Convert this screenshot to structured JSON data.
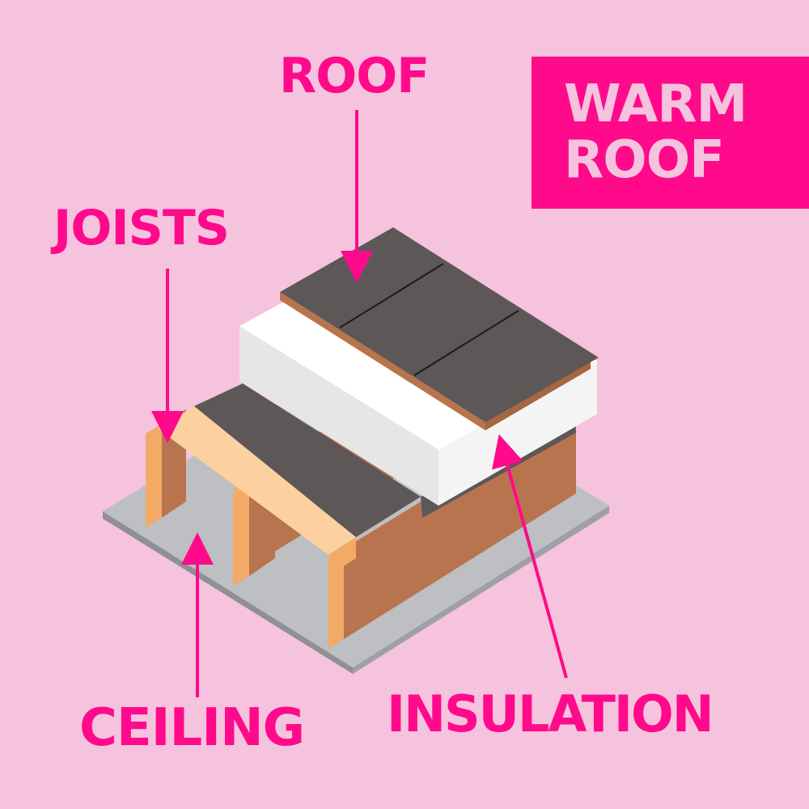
{
  "title": {
    "line1": "WARM",
    "line2": "ROOF",
    "box_color": "#ff0a8a",
    "text_color": "#f5c3de"
  },
  "labels": {
    "roof": "ROOF",
    "joists": "JOISTS",
    "ceiling": "CEILING",
    "insulation": "INSULATION"
  },
  "colors": {
    "background": "#f5c3de",
    "accent": "#ff0a8a",
    "roof_membrane": "#5d5758",
    "roof_board": "#b9744c",
    "insulation": "#ffffff",
    "joist_top": "#fcd19f",
    "joist_side": "#b8744f",
    "joist_end": "#f2aa66",
    "ceiling": "#bdbfc2"
  }
}
